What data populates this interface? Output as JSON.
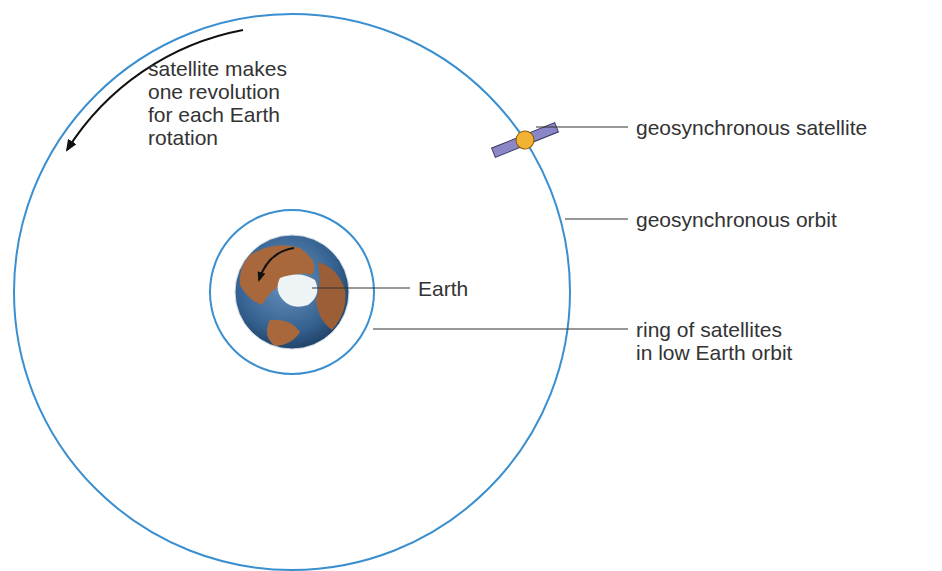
{
  "diagram": {
    "labels": [
      "satellite makes one revolution for each Earth rotation",
      "geosynchronous satellite",
      "Earth",
      "geosynchronous orbit",
      "ring of satellites in low Earth orbit"
    ]
  }
}
